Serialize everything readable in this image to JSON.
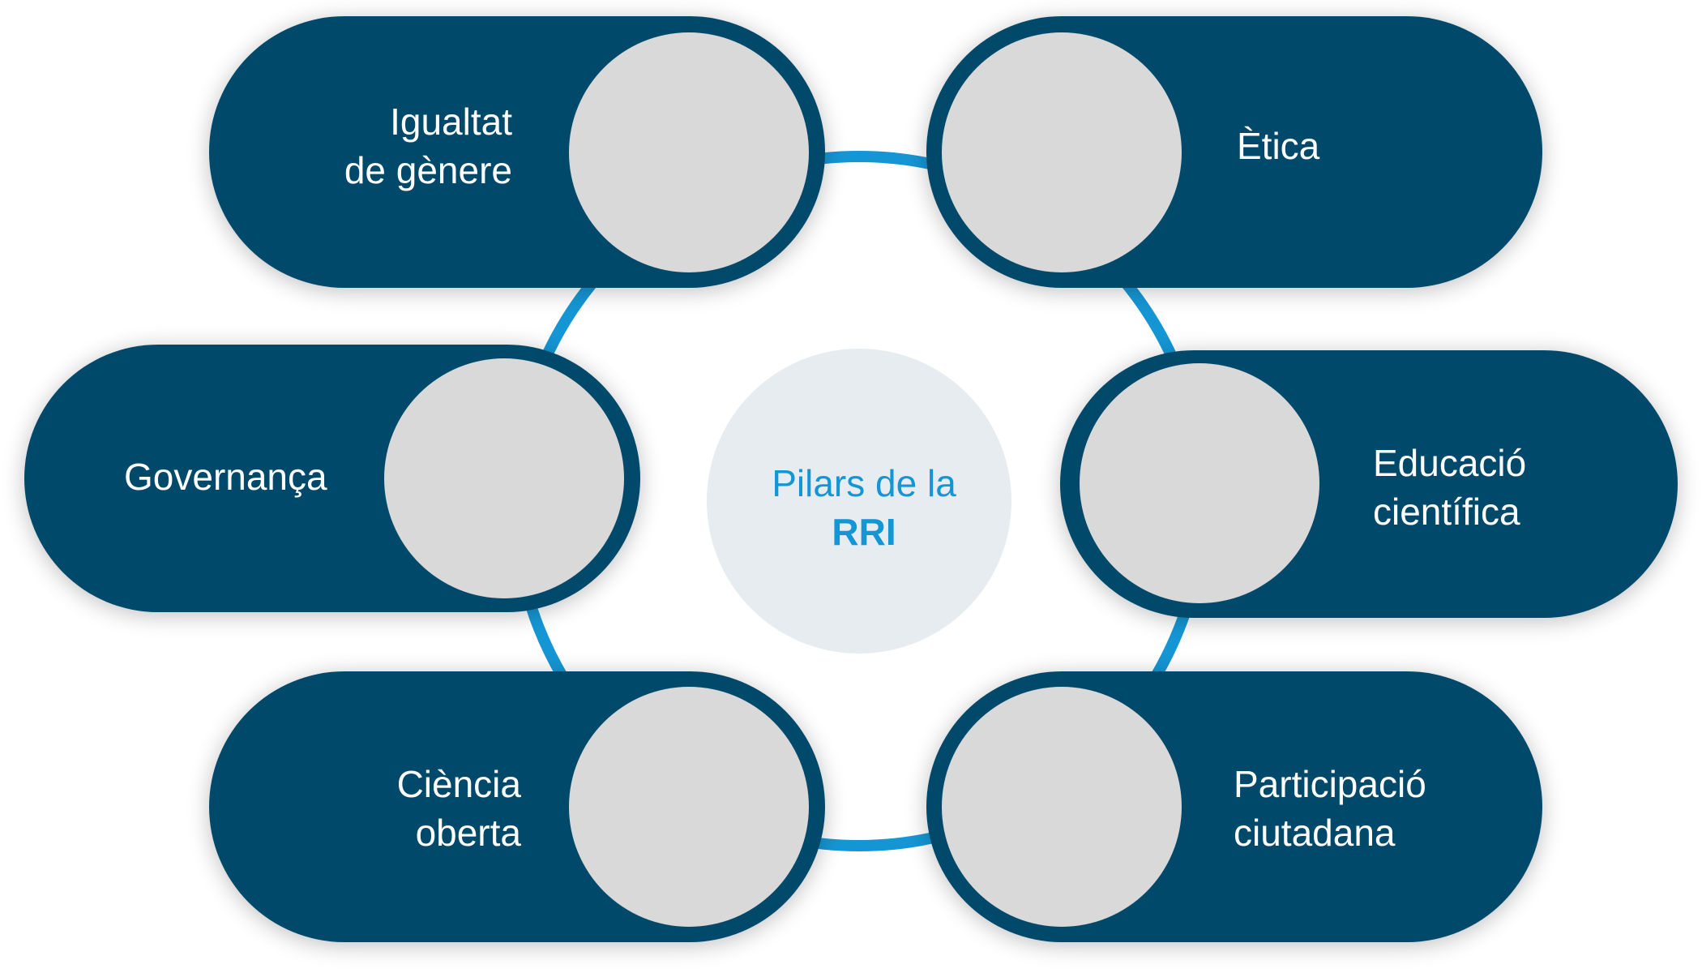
{
  "center": {
    "line1": "Pilars de la",
    "line2": "RRI"
  },
  "pillars": [
    {
      "id": "igualtat",
      "lines": [
        "Igualtat",
        "de gènere"
      ]
    },
    {
      "id": "etica",
      "lines": [
        "Ètica"
      ]
    },
    {
      "id": "governanca",
      "lines": [
        "Governança"
      ]
    },
    {
      "id": "educacio",
      "lines": [
        "Educació",
        "científica"
      ]
    },
    {
      "id": "ciencia",
      "lines": [
        "Ciència",
        "oberta"
      ]
    },
    {
      "id": "participacio",
      "lines": [
        "Participació",
        "ciutadana"
      ]
    }
  ],
  "colors": {
    "pill": "#034a6b",
    "circle": "#d9d9d9",
    "ring_light": "#1596d4",
    "ring_dark": "#0c6f9e",
    "center_fill": "#e6ecef",
    "center_text": "#1596d4"
  }
}
